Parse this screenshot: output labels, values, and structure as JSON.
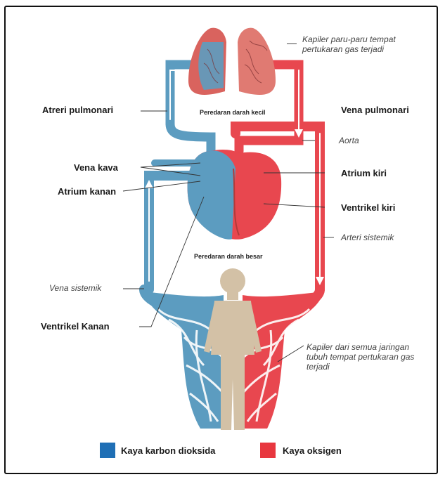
{
  "labels": {
    "lung_caption": "Kapiler paru-paru tempat pertukaran gas terjadi",
    "pulmonary_artery": "Atreri pulmonari",
    "small_circulation": "Peredaran darah kecil",
    "pulmonary_vein": "Vena pulmonari",
    "aorta": "Aorta",
    "vena_cava": "Vena kava",
    "right_atrium": "Atrium kanan",
    "left_atrium": "Atrium kiri",
    "left_ventricle": "Ventrikel kiri",
    "systemic_artery": "Arteri sistemik",
    "big_circulation": "Peredaran darah besar",
    "systemic_vein": "Vena sistemik",
    "right_ventricle": "Ventrikel Kanan",
    "body_caption": "Kapiler dari semua jaringan tubuh tempat pertukaran gas terjadi"
  },
  "legend": {
    "deoxygenated_label": "Kaya karbon dioksida",
    "oxygenated_label": "Kaya oksigen"
  },
  "colors": {
    "deoxygenated": "#5c9cc0",
    "oxygenated": "#e8474f",
    "legend_blue": "#1f6fb5",
    "legend_red": "#e8373f",
    "body": "#d3c1a6"
  }
}
